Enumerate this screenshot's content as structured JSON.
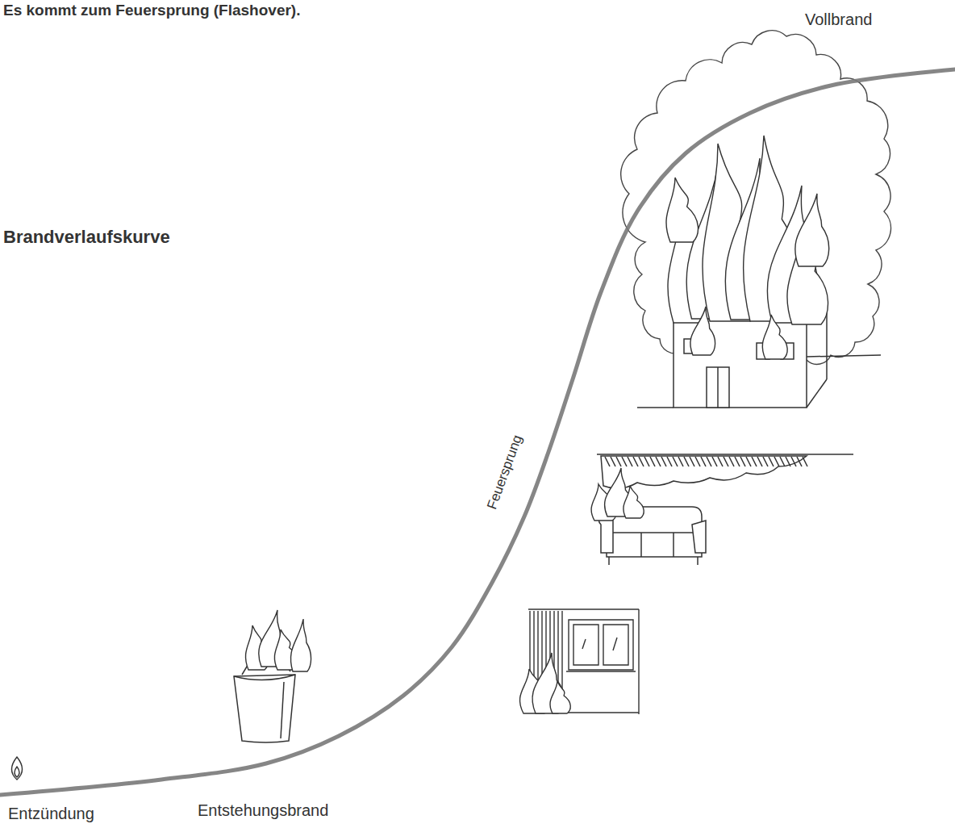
{
  "diagram": {
    "title": "Brandverlaufskurve",
    "labels": [
      "Es kommt zum Feuersprung (Flashover).",
      "Vollbrand",
      "Feuersprung",
      "Entzündung",
      "Entstehungsbrand"
    ]
  }
}
